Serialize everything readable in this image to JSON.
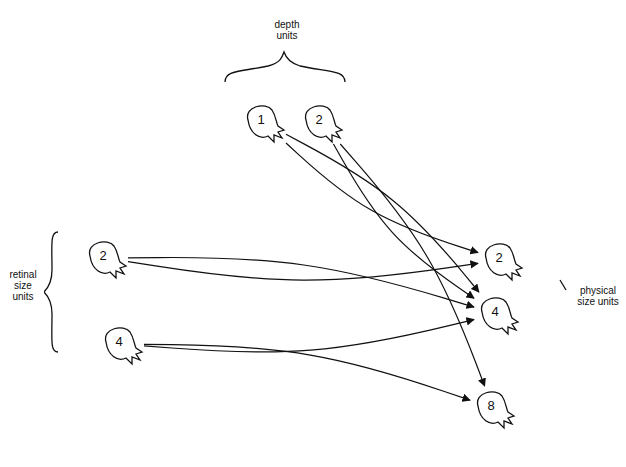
{
  "diagram": {
    "nodes": [
      {
        "text": [
          "1"
        ]
      },
      {
        "text": [
          "2"
        ]
      },
      {
        "text": [
          "2"
        ]
      },
      {
        "text": [
          "4"
        ]
      },
      {
        "text": [
          "2"
        ]
      },
      {
        "text": [
          "4"
        ]
      },
      {
        "text": [
          "8"
        ]
      }
    ],
    "edges": [
      {
        "from": 0,
        "to": 4,
        "arrow": "to"
      },
      {
        "from": 0,
        "to": 5,
        "arrow": "to"
      },
      {
        "from": 1,
        "to": 5,
        "arrow": "to"
      },
      {
        "from": 1,
        "to": 6,
        "arrow": "to"
      },
      {
        "from": 2,
        "to": 4,
        "arrow": "to"
      },
      {
        "from": 2,
        "to": 5,
        "arrow": "to"
      },
      {
        "from": 3,
        "to": 5,
        "arrow": "to"
      },
      {
        "from": 3,
        "to": 6,
        "arrow": "to"
      }
    ],
    "labels": [
      "depth units",
      "retinal size units",
      "physical size units"
    ]
  }
}
